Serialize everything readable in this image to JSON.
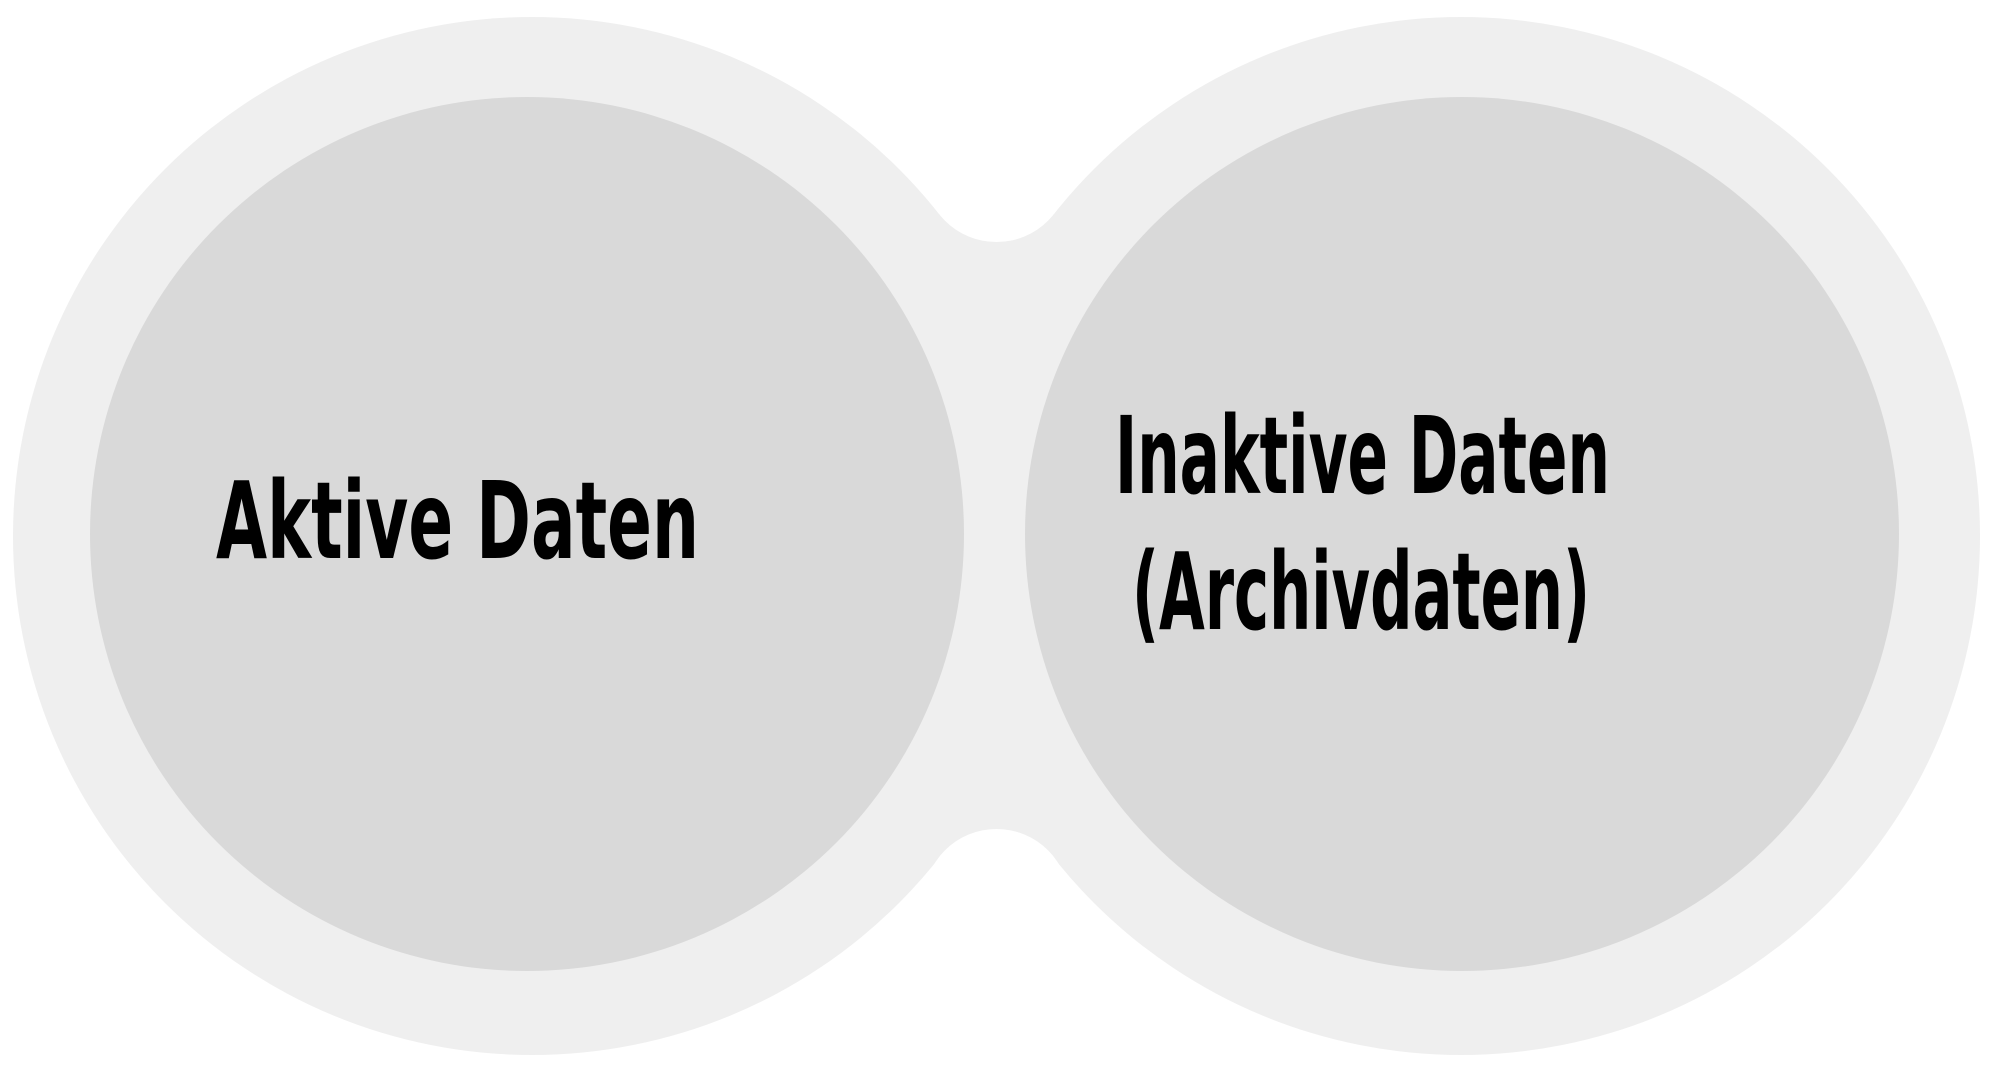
{
  "diagram": {
    "type": "two-circle data lifecycle",
    "colors": {
      "background": "#ffffff",
      "outer_shape": "#efefef",
      "inner_circle": "#d9d9d9",
      "text": "#000000"
    },
    "nodes": [
      {
        "id": "active",
        "label_lines": [
          "Aktive Daten"
        ]
      },
      {
        "id": "inactive",
        "label_lines": [
          "Inaktive Daten",
          "(Archivdaten)"
        ]
      }
    ]
  }
}
